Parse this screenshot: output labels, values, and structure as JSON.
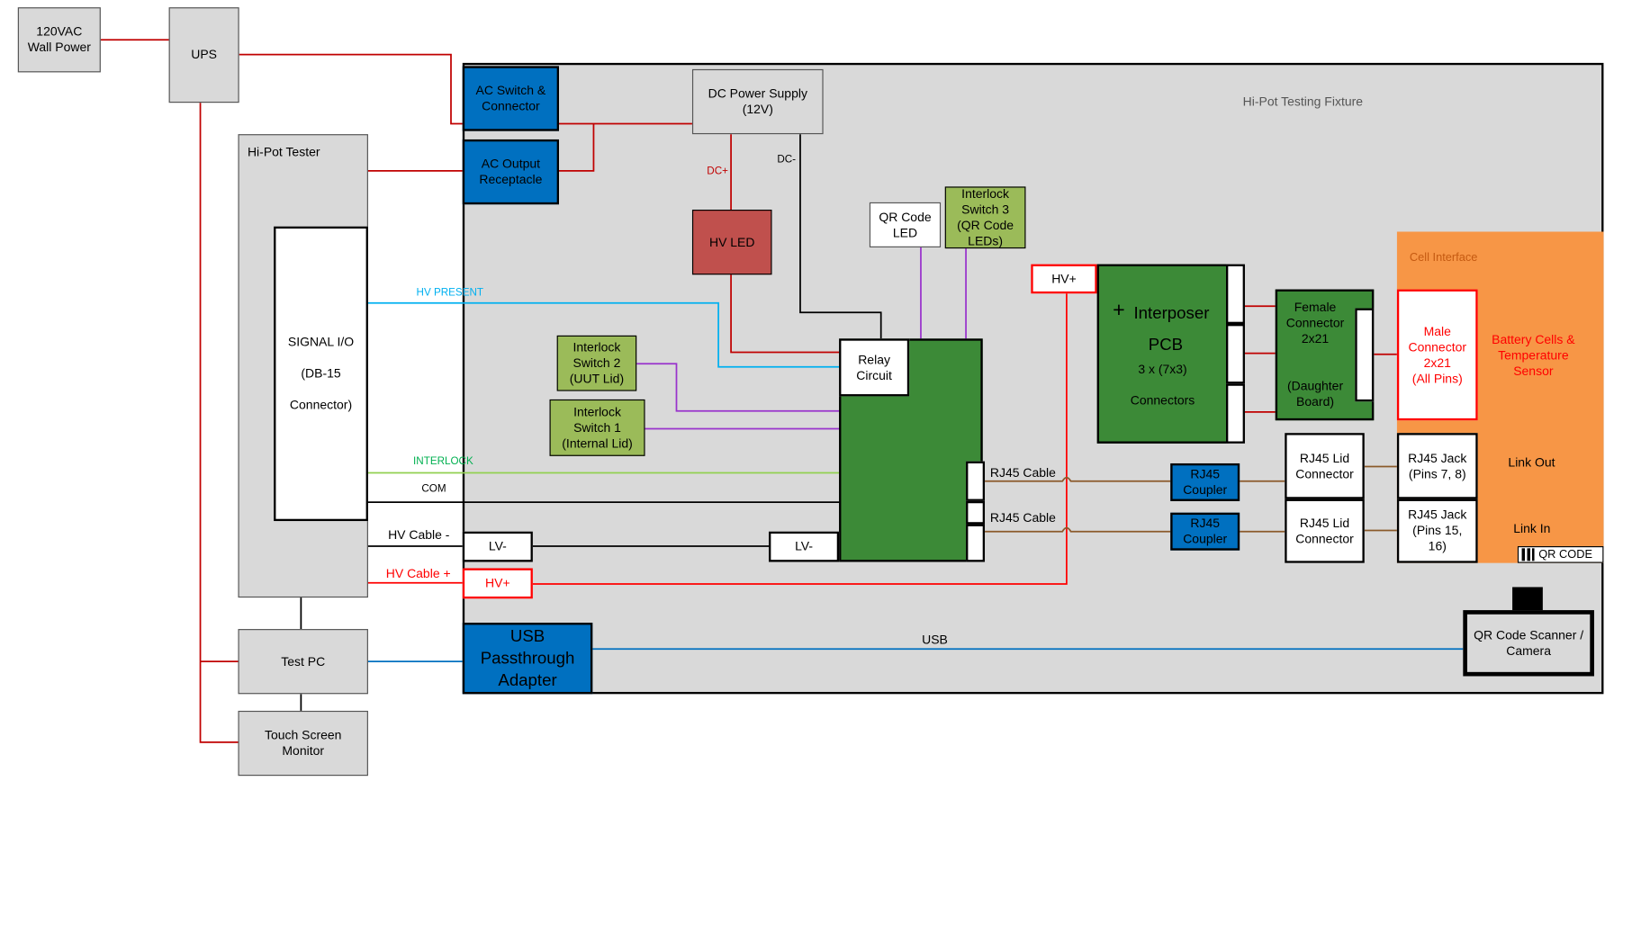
{
  "colors": {
    "power_red": "#c00000",
    "hv_red": "#ff0000",
    "signal_blue": "#00b0f0",
    "usb_blue": "#0070c0",
    "interlock_purple": "#9933cc",
    "interlock_green": "#92d050",
    "rj45_brown": "#8b5a2b",
    "fixture_gray": "#d9d9d9",
    "cell_orange": "#f79646",
    "pcb_green": "#3c8a37",
    "led_red": "#c0504d"
  },
  "blocks": {
    "wall_power": "120VAC\nWall Power",
    "ups": "UPS",
    "hipot_tester": "Hi-Pot Tester",
    "signal_io": "SIGNAL I/O\n\n(DB-15\n\nConnector)",
    "test_pc": "Test PC",
    "touch_screen": "Touch Screen\nMonitor",
    "fixture_title": "Hi-Pot Testing Fixture",
    "ac_switch": "AC Switch &\nConnector",
    "ac_output": "AC Output\nReceptacle",
    "dc_supply": "DC Power Supply\n(12V)",
    "hv_led": "HV LED",
    "qr_led": "QR Code\nLED",
    "interlock3": "Interlock\nSwitch 3\n(QR Code\nLEDs)",
    "interlock2": "Interlock\nSwitch 2\n(UUT Lid)",
    "interlock1": "Interlock\nSwitch 1\n(Internal Lid)",
    "relay": "Relay\nCircuit",
    "hv_plus_top": "HV+",
    "interposer_title": "Interposer",
    "interposer_plus": "+",
    "interposer_pcb": "PCB",
    "interposer_sub": "3 x (7x3)\n\nConnectors",
    "female_conn": "Female\nConnector\n2x21\n\n\n(Daughter\nBoard)",
    "cell_interface": "Cell Interface",
    "male_conn": "Male\nConnector\n2x21\n(All Pins)",
    "battery_cells": "Battery Cells &\nTemperature\nSensor",
    "rj45_coupler_1": "RJ45\nCoupler",
    "rj45_coupler_2": "RJ45\nCoupler",
    "rj45_lid_1": "RJ45 Lid\nConnector",
    "rj45_lid_2": "RJ45 Lid\nConnector",
    "rj45_jack_1": "RJ45 Jack\n(Pins 7, 8)",
    "rj45_jack_2": "RJ45 Jack\n(Pins 15,\n16)",
    "link_out": "Link Out",
    "link_in": "Link In",
    "qr_code": "QR CODE",
    "lv_minus_left": "LV-",
    "lv_minus_right": "LV-",
    "hv_plus_bottom": "HV+",
    "usb_adapter": "USB\nPassthrough\nAdapter",
    "qr_scanner": "QR Code Scanner /\nCamera"
  },
  "wire_labels": {
    "dc_plus": "DC+",
    "dc_minus": "DC-",
    "hv_present": "HV PRESENT",
    "interlock": "INTERLOCK",
    "com": "COM",
    "hv_cable_minus": "HV Cable -",
    "hv_cable_plus": "HV Cable +",
    "rj45_cable_1": "RJ45 Cable",
    "rj45_cable_2": "RJ45 Cable",
    "usb": "USB"
  }
}
